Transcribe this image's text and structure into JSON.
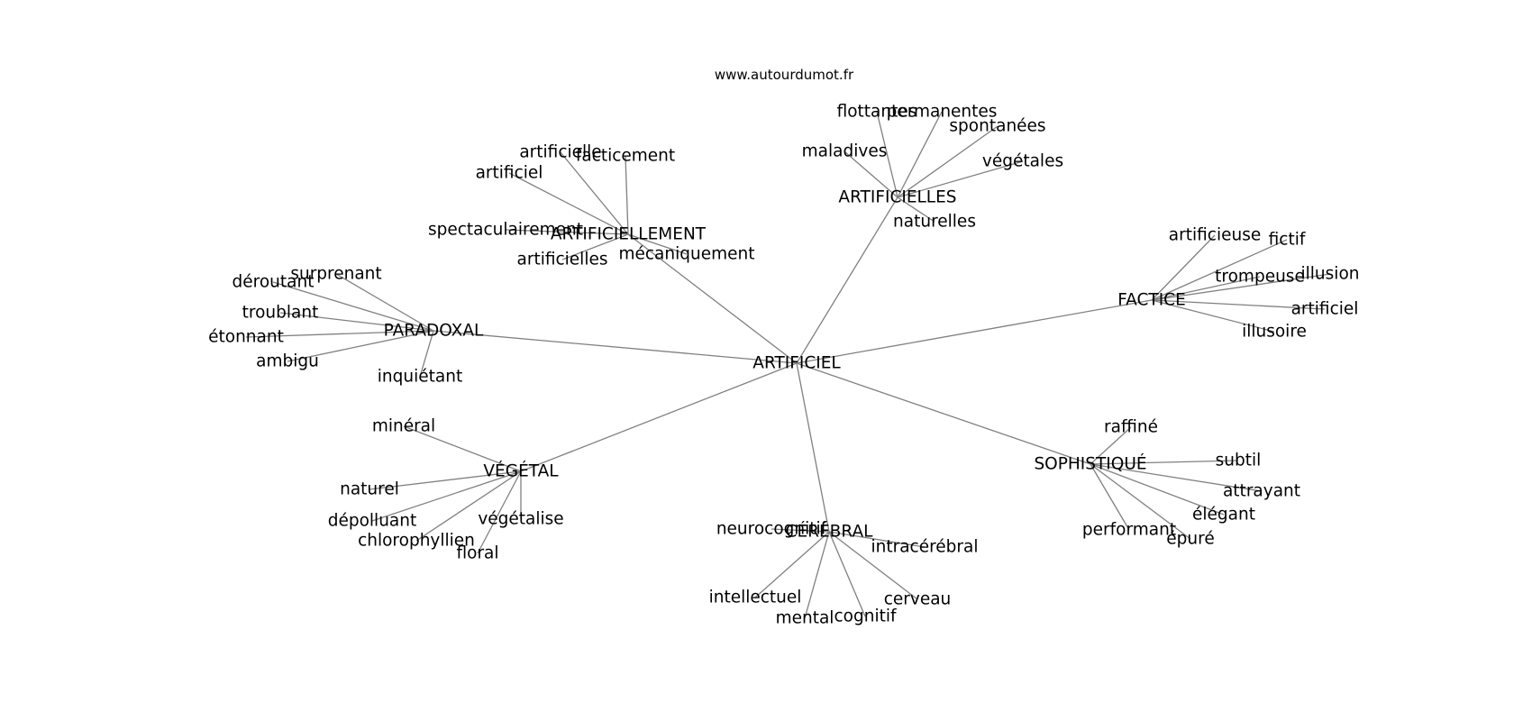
{
  "site": "www.autourdumot.fr",
  "graph": {
    "center": "ARTIFICIEL",
    "hubs": {
      "artificiellement": {
        "label": "ARTIFICIELLEMENT",
        "leaves": [
          "artificielle",
          "facticement",
          "artificiel",
          "spectaculairement",
          "artificielles",
          "mécaniquement"
        ]
      },
      "artificielles": {
        "label": "ARTIFICIELLES",
        "leaves": [
          "flottantes",
          "permanentes",
          "spontanées",
          "maladives",
          "végétales",
          "naturelles"
        ]
      },
      "paradoxal": {
        "label": "PARADOXAL",
        "leaves": [
          "surprenant",
          "déroutant",
          "troublant",
          "étonnant",
          "ambigu",
          "inquiétant"
        ]
      },
      "factice": {
        "label": "FACTICE",
        "leaves": [
          "artificieuse",
          "fictif",
          "trompeuse",
          "illusion",
          "artificiel",
          "illusoire"
        ]
      },
      "vegetal": {
        "label": "VÉGÉTAL",
        "leaves": [
          "minéral",
          "naturel",
          "dépolluant",
          "végétalise",
          "chlorophyllien",
          "floral"
        ]
      },
      "sophistique": {
        "label": "SOPHISTIQUÉ",
        "leaves": [
          "raffiné",
          "subtil",
          "attrayant",
          "élégant",
          "performant",
          "épuré"
        ]
      },
      "cerebral": {
        "label": "CÉRÉBRAL",
        "leaves": [
          "neurocognitif",
          "intracérébral",
          "intellectuel",
          "cerveau",
          "mental",
          "cognitif"
        ]
      }
    }
  }
}
